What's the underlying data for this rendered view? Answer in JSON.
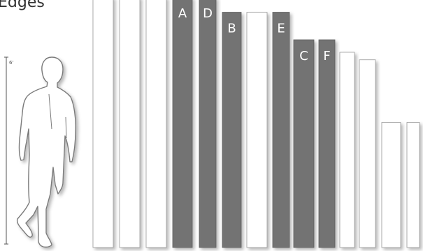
{
  "title": "Edges",
  "scale_label": "6'",
  "colors": {
    "highlight": "#737373",
    "plain": "#ffffff",
    "outline": "#9a9a9a",
    "figure_outline": "#7a7a7a",
    "shadow": "#b5b5b5"
  },
  "panels": [
    {
      "label": "",
      "highlight": false,
      "relative_height": 1.0
    },
    {
      "label": "",
      "highlight": false,
      "relative_height": 1.0
    },
    {
      "label": "",
      "highlight": false,
      "relative_height": 1.0
    },
    {
      "label": "A",
      "highlight": true,
      "relative_height": 1.0
    },
    {
      "label": "D",
      "highlight": true,
      "relative_height": 1.0
    },
    {
      "label": "B",
      "highlight": true,
      "relative_height": 0.94
    },
    {
      "label": "",
      "highlight": false,
      "relative_height": 0.94
    },
    {
      "label": "E",
      "highlight": true,
      "relative_height": 0.94
    },
    {
      "label": "C",
      "highlight": true,
      "relative_height": 0.83
    },
    {
      "label": "F",
      "highlight": true,
      "relative_height": 0.83
    },
    {
      "label": "",
      "highlight": false,
      "relative_height": 0.78
    },
    {
      "label": "",
      "highlight": false,
      "relative_height": 0.75
    },
    {
      "label": "",
      "highlight": false,
      "relative_height": 0.5
    },
    {
      "label": "",
      "highlight": false,
      "relative_height": 0.5
    }
  ]
}
